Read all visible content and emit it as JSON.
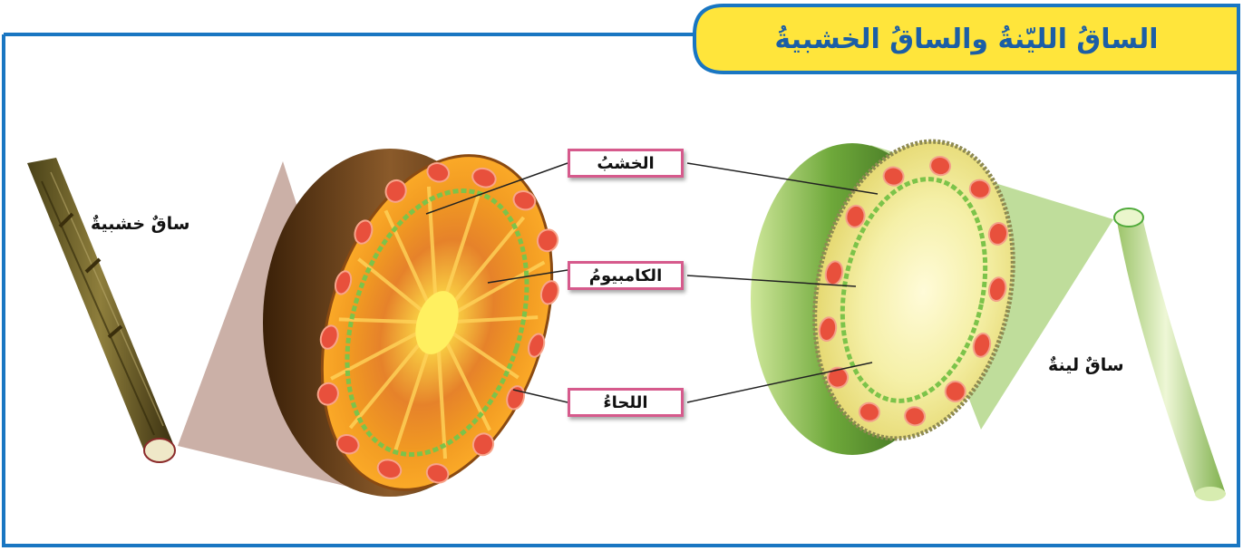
{
  "title": "الساقُ الليّنةُ والساقُ الخشبيةُ",
  "callouts": {
    "xylem": "الخشبُ",
    "cambium": "الكامبيومُ",
    "phloem": "اللحاءُ"
  },
  "stems": {
    "woody": "ساقٌ خشبيةٌ",
    "herbaceous": "ساقٌ لينةٌ"
  },
  "colors": {
    "border": "#1976c2",
    "title_bg": "#ffe53b",
    "callout_border": "#d65a8c",
    "woody_bark": "#6a3e1a",
    "woody_face": "#f2a21c",
    "herb_skin": "#4f8e2a",
    "herb_face": "#f1ea8c",
    "vascular_red": "#e8503c",
    "cambium_green": "#7cc34a"
  }
}
